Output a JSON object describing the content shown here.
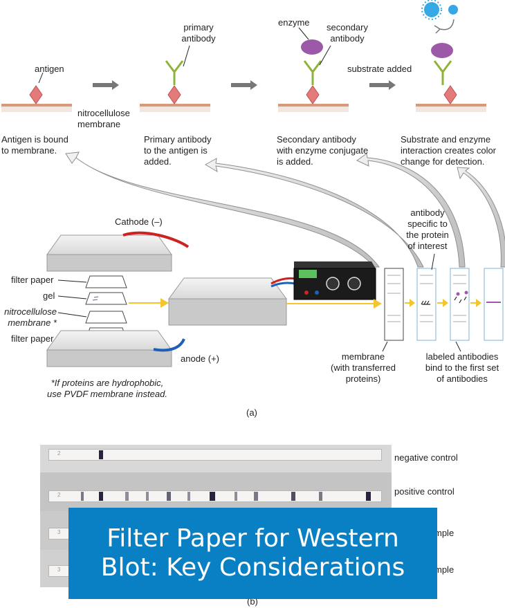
{
  "top_panel": {
    "labels": {
      "antigen": "antigen",
      "primary_antibody": "primary\nantibody",
      "enzyme": "enzyme",
      "secondary_antibody": "secondary\nantibody",
      "substrate_added": "substrate added",
      "nitrocellulose_membrane": "nitrocellulose\nmembrane"
    },
    "captions": [
      "Antigen is bound\nto membrane.",
      "Primary antibody\nto the antigen is\nadded.",
      "Secondary antibody\nwith enzyme conjugate\nis added.",
      "Substrate and enzyme\ninteraction creates color\nchange for detection."
    ]
  },
  "bottom_panel": {
    "labels": {
      "cathode": "Cathode (–)",
      "anode": "anode (+)",
      "filter_paper_top": "filter paper",
      "gel": "gel",
      "nitrocellulose_membrane": "nitrocellulose\nmembrane *",
      "filter_paper_bottom": "filter paper",
      "footnote": "*If proteins are hydrophobic,\nuse PVDF membrane instead.",
      "membrane_transferred": "membrane\n(with transferred\nproteins)",
      "antibody_specific": "antibody\nspecific to\nthe protein\nof interest",
      "labeled_antibodies": "labeled antibodies\nbind to the first set\nof antibodies"
    },
    "panel_label": "(a)"
  },
  "photo_panel": {
    "strip_labels": [
      "negative control",
      "positive control",
      "mple",
      "mple"
    ],
    "strip_numbers": [
      "2",
      "2",
      "3",
      "3"
    ],
    "panel_label": "(b)"
  },
  "banner": {
    "title": "Filter Paper for Western Blot: Key Considerations"
  },
  "colors": {
    "antigen": "#e07070",
    "antibody": "#8db33a",
    "enzyme": "#9b59a8",
    "arrow_gray": "#777777",
    "arrow_yellow": "#f3c530",
    "membrane_line": "#c97b5a",
    "banner": "#0a80c4"
  }
}
